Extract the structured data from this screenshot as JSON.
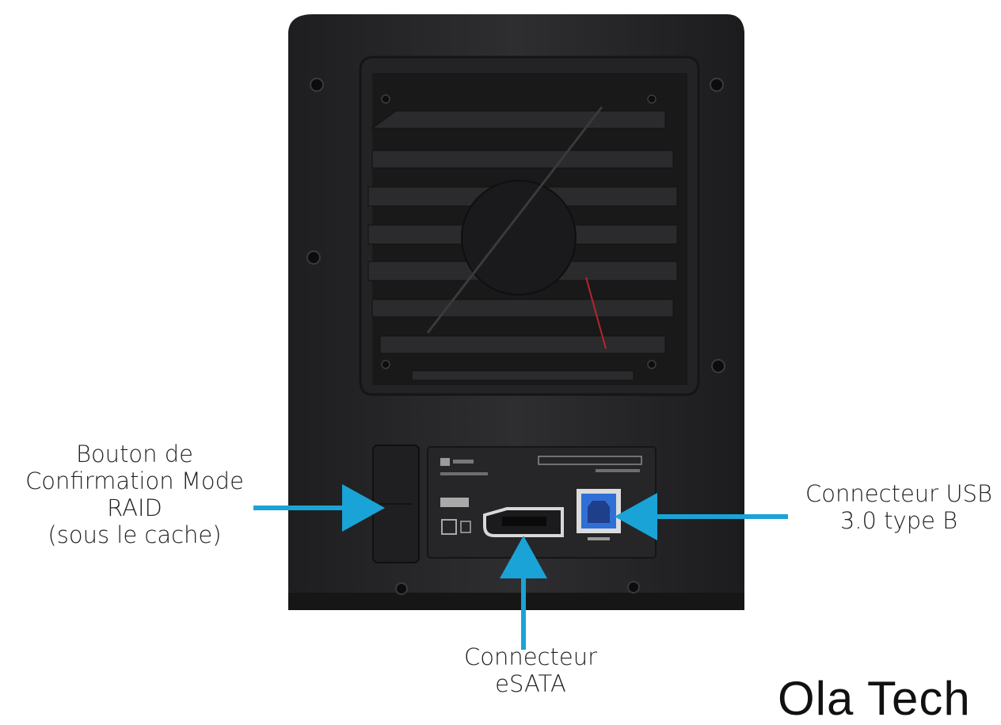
{
  "callouts": {
    "raid_button": {
      "lines": [
        "Bouton de",
        "Confirmation Mode",
        "RAID",
        "(sous le cache)"
      ]
    },
    "usb_connector": {
      "lines": [
        "Connecteur USB",
        "3.0 type B"
      ]
    },
    "esata_connector": {
      "lines": [
        "Connecteur",
        "eSATA"
      ]
    }
  },
  "logo": {
    "text": "Ola Tech"
  },
  "colors": {
    "arrow": "#1aa3d6",
    "enclosure": "#2a2a2c",
    "background": "#ffffff",
    "usb_port": "#2f6fd6"
  }
}
